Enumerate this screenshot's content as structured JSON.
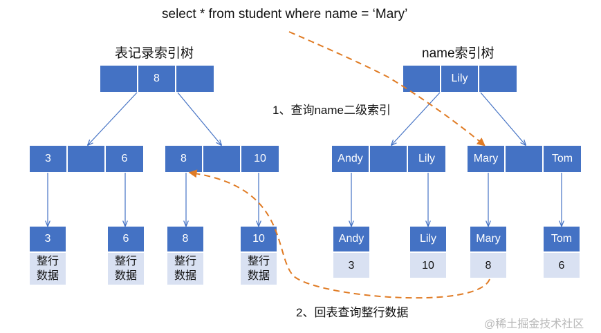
{
  "query": "select * from student where name = ‘Mary’",
  "left_title": "表记录索引树",
  "right_title": "name索引树",
  "step1": "1、查询name二级索引",
  "step2": "2、回表查询整行数据",
  "watermark": "@稀土掘金技术社区",
  "left_tree": {
    "root": [
      "",
      "8",
      ""
    ],
    "node_a": [
      "3",
      "",
      "6"
    ],
    "node_b": [
      "8",
      "",
      "10"
    ],
    "leaves": [
      "3",
      "6",
      "8",
      "10"
    ],
    "row_data": [
      "整行\n数据",
      "整行\n数据",
      "整行\n数据",
      "整行\n数据"
    ]
  },
  "right_tree": {
    "root": [
      "",
      "Lily",
      ""
    ],
    "node_a": [
      "Andy",
      "",
      "Lily"
    ],
    "node_b": [
      "Mary",
      "",
      "Tom"
    ],
    "leaves": [
      "Andy",
      "Lily",
      "Mary",
      "Tom"
    ],
    "ids": [
      "3",
      "10",
      "8",
      "6"
    ]
  },
  "colors": {
    "node": "#4472C4",
    "row_data_bg": "#D9E1F2",
    "arrow": "#4472C4",
    "dashed": "#E07B24"
  }
}
